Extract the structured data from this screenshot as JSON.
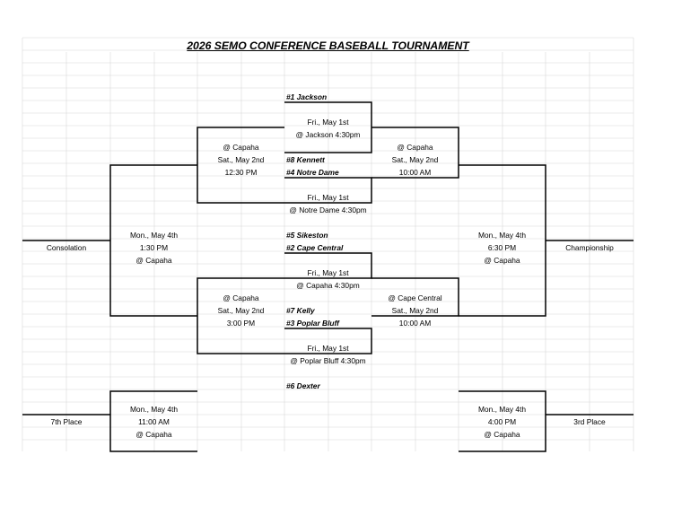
{
  "title": "2026 SEMO CONFERENCE BASEBALL TOURNAMENT",
  "teams": {
    "jackson": "#1 Jackson",
    "kennett": "#8 Kennett",
    "notre_dame": "#4 Notre Dame",
    "sikeston": "#5 Sikeston",
    "cape_central": "#2 Cape Central",
    "kelly": "#7 Kelly",
    "poplar_bluff": "#3 Poplar Bluff",
    "dexter": "#6 Dexter"
  },
  "first_round": [
    {
      "date": "Fri., May 1st",
      "location": "@ Jackson 4:30pm"
    },
    {
      "date": "Fri., May 1st",
      "location": "@ Notre Dame 4:30pm"
    },
    {
      "date": "Fri., May 1st",
      "location": "@ Capaha 4:30pm"
    },
    {
      "date": "Fri., May 1st",
      "location": "@ Poplar Bluff 4:30pm"
    }
  ],
  "left_semis": [
    {
      "location": "@ Capaha",
      "date": "Sat., May 2nd",
      "time": "12:30 PM"
    },
    {
      "location": "@ Capaha",
      "date": "Sat., May 2nd",
      "time": "3:00 PM"
    }
  ],
  "right_semis": [
    {
      "location": "@ Capaha",
      "date": "Sat., May 2nd",
      "time": "10:00 AM"
    },
    {
      "location": "@ Cape Central",
      "date": "Sat., May 2nd",
      "time": "10:00 AM"
    }
  ],
  "consolation": {
    "date": "Mon., May 4th",
    "time": "1:30 PM",
    "location": "@ Capaha",
    "label": "Consolation"
  },
  "championship": {
    "date": "Mon., May 4th",
    "time": "6:30 PM",
    "location": "@ Capaha",
    "label": "Championship"
  },
  "seventh_place": {
    "date": "Mon., May 4th",
    "time": "11:00 AM",
    "location": "@ Capaha",
    "label": "7th Place"
  },
  "third_place": {
    "date": "Mon., May 4th",
    "time": "4:00 PM",
    "location": "@ Capaha",
    "label": "3rd Place"
  }
}
